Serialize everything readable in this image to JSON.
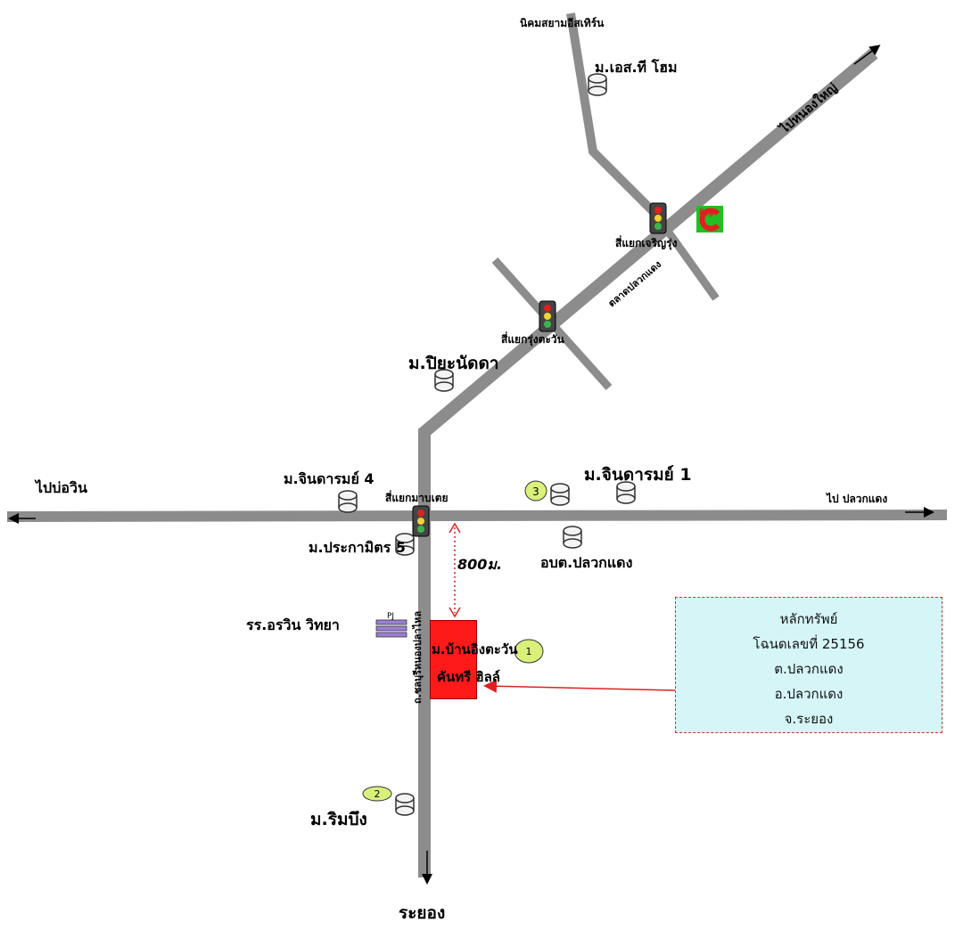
{
  "places": {
    "nikhom": "นิคมสยามอีสเทิร์น",
    "st_home": "ม.เอส.ที โฮม",
    "to_nong_yai": "ไปหนองใหญ่",
    "junction_kasem": "สี่แยกเจริญรุ่ง",
    "talad_pluak_daeng": "ตลาดปลวกแดง",
    "junction_rungtawan": "สี่แยกรุ่งตะวัน",
    "piyanatda": "ม.ปิยะนัดดา",
    "jindarom4": "ม.จินดารมย์ 4",
    "jindarom1": "ม.จินดารมย์ 1",
    "to_pluak_daeng": "ไป ปลวกแดง",
    "to_borwin": "ไปบ่อวิน",
    "junction_main": "สี่แยกมาบเตย",
    "prakamit5": "ม.ประกามิตร 5",
    "obt": "อบต.ปลวกแดง",
    "distance": "800ม.",
    "school": "รร.อรวิน วิทยา",
    "school_sign": "PJ",
    "side_road": "ถ.ชลบุรีหนองปลาไหล",
    "site_line1": "ม.บ้านอิงตะวัน",
    "site_line2": "คันทรี ฮิลล์",
    "rimbueng": "ม.ริมบึง",
    "rayong": "ระยอง",
    "big_logo": "Big"
  },
  "markers": [
    "1",
    "2",
    "3"
  ],
  "info": {
    "line1": "หลักทรัพย์",
    "line2": "โฉนดเลขที่ 25156",
    "line3": "ต.ปลวกแดง",
    "line4": "อ.ปลวกแดง",
    "line5": "จ.ระยอง"
  },
  "colors": {
    "road": "#8c8c8c",
    "site": "#ff1a1a",
    "info_bg": "#d6f5f7",
    "info_border": "#c0392b",
    "marker": "#d9f07a",
    "arrow": "#e02020"
  }
}
